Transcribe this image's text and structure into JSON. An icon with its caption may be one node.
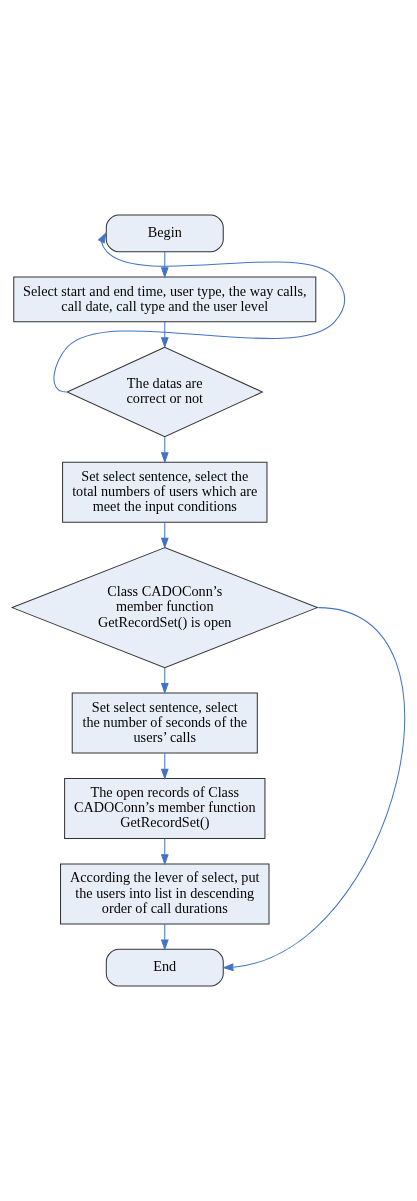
{
  "diagram": {
    "nodes": [
      {
        "text": [
          "Begin"
        ]
      },
      {
        "text": [
          "Select start and end time, user type, the way calls, call date, call type and the user level"
        ]
      },
      {
        "text": [
          "The datas are correct or not"
        ]
      },
      {
        "text": [
          "Set select sentence, select the total numbers of users which are meet the input conditions"
        ]
      },
      {
        "text": [
          "Class CADOConn’s member function GetRecordSet() is open"
        ]
      },
      {
        "text": [
          "Set select sentence, select the number of seconds of the users’ calls"
        ]
      },
      {
        "text": [
          "The open records of Class CADOConn’s member function GetRecordSet()"
        ]
      },
      {
        "text": [
          "According the lever of select, put the users into list in descending order of call durations"
        ]
      },
      {
        "text": [
          "End"
        ]
      }
    ],
    "edges": [
      {
        "from": 0,
        "to": 1,
        "arrow": "to"
      },
      {
        "from": 1,
        "to": 2,
        "arrow": "to"
      },
      {
        "from": 2,
        "to": 0,
        "arrow": "to"
      },
      {
        "from": 2,
        "to": 3,
        "arrow": "to"
      },
      {
        "from": 3,
        "to": 4,
        "arrow": "to"
      },
      {
        "from": 4,
        "to": 5,
        "arrow": "to"
      },
      {
        "from": 4,
        "to": 8,
        "arrow": "to"
      },
      {
        "from": 5,
        "to": 6,
        "arrow": "to"
      },
      {
        "from": 6,
        "to": 7,
        "arrow": "to"
      },
      {
        "from": 7,
        "to": 8,
        "arrow": "to"
      }
    ]
  }
}
